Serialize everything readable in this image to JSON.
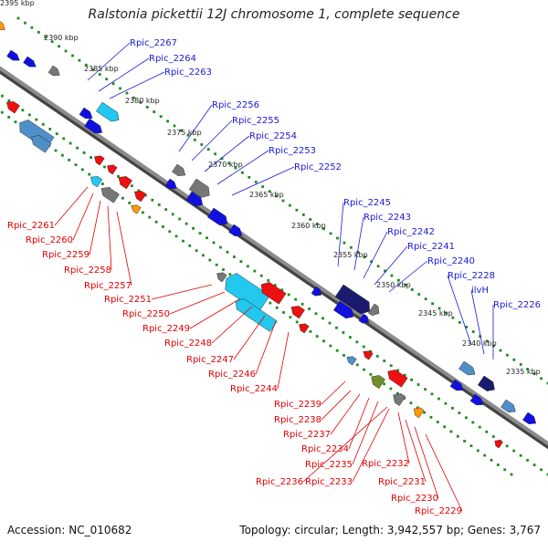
{
  "title": "Ralstonia pickettii 12J chromosome 1, complete sequence",
  "footer": {
    "accession": "Accession: NC_010682",
    "summary": "Topology: circular; Length: 3,942,557 bp; Genes: 3,767"
  },
  "colors": {
    "forward_label": "#1a1ad6",
    "reverse_label": "#e00000",
    "backbone": "#8c8c8c",
    "tick": "#1f8a1f",
    "gene_blue": "#1010e0",
    "gene_red": "#ee1010",
    "gene_gray": "#777777",
    "gene_cyan": "#22c8ee",
    "gene_navy": "#1a1a6e",
    "gene_olive": "#6f8f2a",
    "gene_orange": "#ff9900",
    "gene_steel": "#4f8fc8"
  },
  "scale_labels": [
    "2395 kbp",
    "2390 kbp",
    "2385 kbp",
    "2380 kbp",
    "2375 kbp",
    "2370 kbp",
    "2365 kbp",
    "2360 kbp",
    "2355 kbp",
    "2350 kbp",
    "2345 kbp",
    "2340 kbp",
    "2335 kbp"
  ],
  "forward_genes": [
    "Rpic_2267",
    "Rpic_2264",
    "Rpic_2263",
    "Rpic_2256",
    "Rpic_2255",
    "Rpic_2254",
    "Rpic_2253",
    "Rpic_2252",
    "Rpic_2245",
    "Rpic_2243",
    "Rpic_2242",
    "Rpic_2241",
    "Rpic_2240",
    "Rpic_2228",
    "ilvH",
    "Rpic_2226"
  ],
  "reverse_genes": [
    "Rpic_2261",
    "Rpic_2260",
    "Rpic_2259",
    "Rpic_2258",
    "Rpic_2257",
    "Rpic_2251",
    "Rpic_2250",
    "Rpic_2249",
    "Rpic_2248",
    "Rpic_2247",
    "Rpic_2246",
    "Rpic_2244",
    "Rpic_2239",
    "Rpic_2238",
    "Rpic_2237",
    "Rpic_2234",
    "Rpic_2235",
    "Rpic_2236",
    "Rpic_2233",
    "Rpic_2232",
    "Rpic_2231",
    "Rpic_2230",
    "Rpic_2229"
  ]
}
